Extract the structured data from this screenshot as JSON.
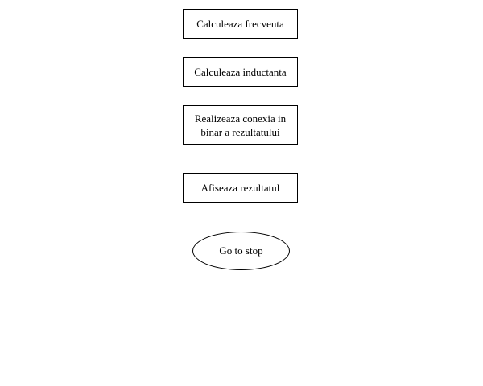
{
  "flowchart": {
    "steps": [
      {
        "label": "Calculeaza frecventa"
      },
      {
        "label": "Calculeaza inductanta"
      },
      {
        "label": "Realizeaza conexia in binar a rezultatului"
      },
      {
        "label": "Afiseaza rezultatul"
      }
    ],
    "terminal": {
      "label": "Go to stop"
    }
  }
}
